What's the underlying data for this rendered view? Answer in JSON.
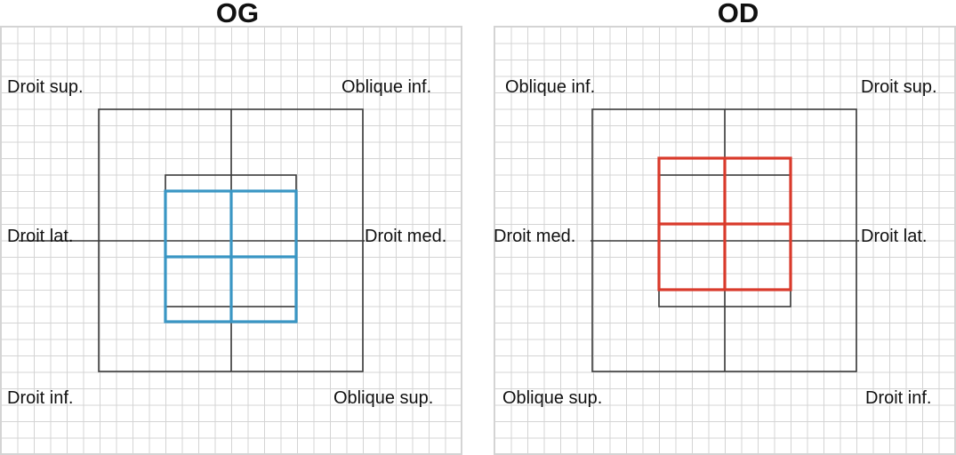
{
  "panels": [
    {
      "id": "og",
      "title": "OG",
      "labels": {
        "top_left": "Droit sup.",
        "top_right": "Oblique inf.",
        "mid_left": "Droit lat.",
        "mid_right": "Droit med.",
        "bottom_left": "Droit inf.",
        "bottom_right": "Oblique sup."
      },
      "overlay_color": "#3a96c4"
    },
    {
      "id": "od",
      "title": "OD",
      "labels": {
        "top_left": "Oblique inf.",
        "top_right": "Droit sup.",
        "mid_left": "Droit med.",
        "mid_right": "Droit lat.",
        "bottom_left": "Oblique sup.",
        "bottom_right": "Droit inf."
      },
      "overlay_color": "#d93a2b"
    }
  ],
  "colors": {
    "grid": "#d4d4d4",
    "frame": "#3a3a3a",
    "blue": "#3a96c4",
    "red": "#d93a2b"
  }
}
